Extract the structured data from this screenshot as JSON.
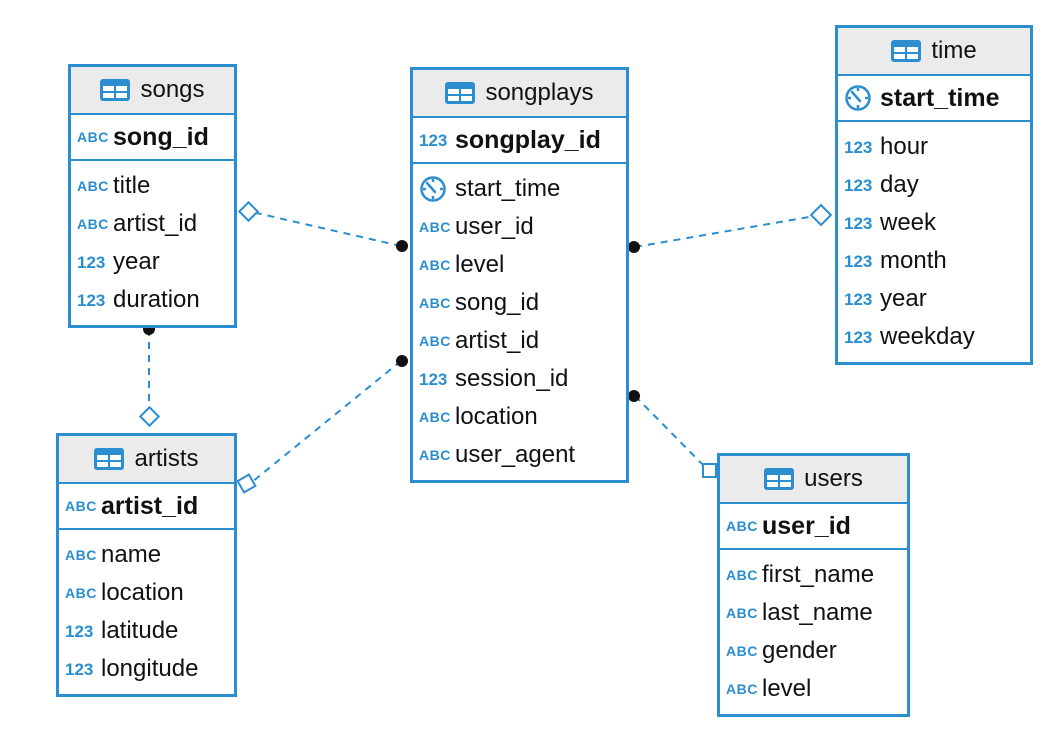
{
  "colors": {
    "accent": "#2a8ed0",
    "header_bg": "#ebebeb"
  },
  "icon_names": {
    "table": "table-icon",
    "text": "text-type-icon",
    "numeric": "numeric-type-icon",
    "timestamp": "timestamp-icon"
  },
  "type_labels": {
    "text": "ABC",
    "numeric": "123"
  },
  "entities": {
    "songs": {
      "title": "songs",
      "pk": {
        "name": "song_id",
        "type": "text"
      },
      "columns": [
        {
          "name": "title",
          "type": "text"
        },
        {
          "name": "artist_id",
          "type": "text"
        },
        {
          "name": "year",
          "type": "numeric"
        },
        {
          "name": "duration",
          "type": "numeric"
        }
      ]
    },
    "artists": {
      "title": "artists",
      "pk": {
        "name": "artist_id",
        "type": "text"
      },
      "columns": [
        {
          "name": "name",
          "type": "text"
        },
        {
          "name": "location",
          "type": "text"
        },
        {
          "name": "latitude",
          "type": "numeric"
        },
        {
          "name": "longitude",
          "type": "numeric"
        }
      ]
    },
    "songplays": {
      "title": "songplays",
      "pk": {
        "name": "songplay_id",
        "type": "numeric"
      },
      "columns": [
        {
          "name": "start_time",
          "type": "timestamp"
        },
        {
          "name": "user_id",
          "type": "text"
        },
        {
          "name": "level",
          "type": "text"
        },
        {
          "name": "song_id",
          "type": "text"
        },
        {
          "name": "artist_id",
          "type": "text"
        },
        {
          "name": "session_id",
          "type": "numeric"
        },
        {
          "name": "location",
          "type": "text"
        },
        {
          "name": "user_agent",
          "type": "text"
        }
      ]
    },
    "time": {
      "title": "time",
      "pk": {
        "name": "start_time",
        "type": "timestamp"
      },
      "columns": [
        {
          "name": "hour",
          "type": "numeric"
        },
        {
          "name": "day",
          "type": "numeric"
        },
        {
          "name": "week",
          "type": "numeric"
        },
        {
          "name": "month",
          "type": "numeric"
        },
        {
          "name": "year",
          "type": "numeric"
        },
        {
          "name": "weekday",
          "type": "numeric"
        }
      ]
    },
    "users": {
      "title": "users",
      "pk": {
        "name": "user_id",
        "type": "text"
      },
      "columns": [
        {
          "name": "first_name",
          "type": "text"
        },
        {
          "name": "last_name",
          "type": "text"
        },
        {
          "name": "gender",
          "type": "text"
        },
        {
          "name": "level",
          "type": "text"
        }
      ]
    }
  },
  "relationships": [
    {
      "from": "songplays",
      "to": "songs",
      "end_marker": "diamond"
    },
    {
      "from": "songplays",
      "to": "artists",
      "end_marker": "square"
    },
    {
      "from": "songplays",
      "to": "time",
      "end_marker": "diamond"
    },
    {
      "from": "songplays",
      "to": "users",
      "end_marker": "square"
    },
    {
      "from": "songs",
      "to": "artists",
      "end_marker": "diamond"
    }
  ]
}
